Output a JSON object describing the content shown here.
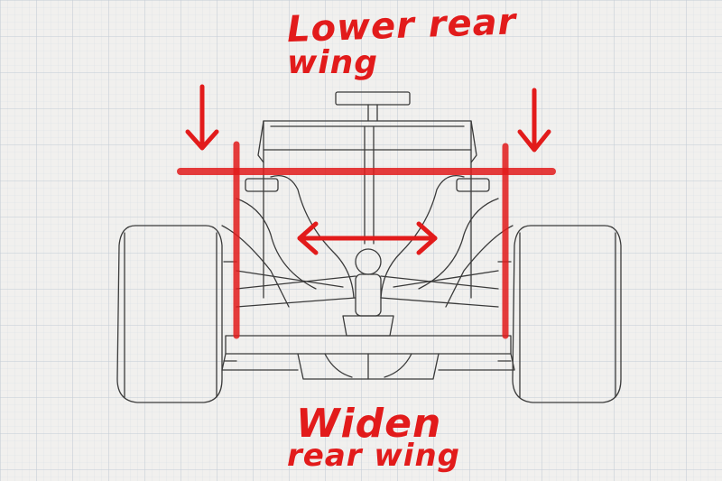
{
  "annotations": {
    "top_line_1": "Lower rear",
    "top_line_2": "wing",
    "bottom_line_1": "Widen",
    "bottom_line_2": "rear wing"
  },
  "colors": {
    "paper": "#f1f0ee",
    "grid": "#c9d3dc",
    "sketch": "#e21b1b",
    "outline": "#3a3a3a"
  }
}
